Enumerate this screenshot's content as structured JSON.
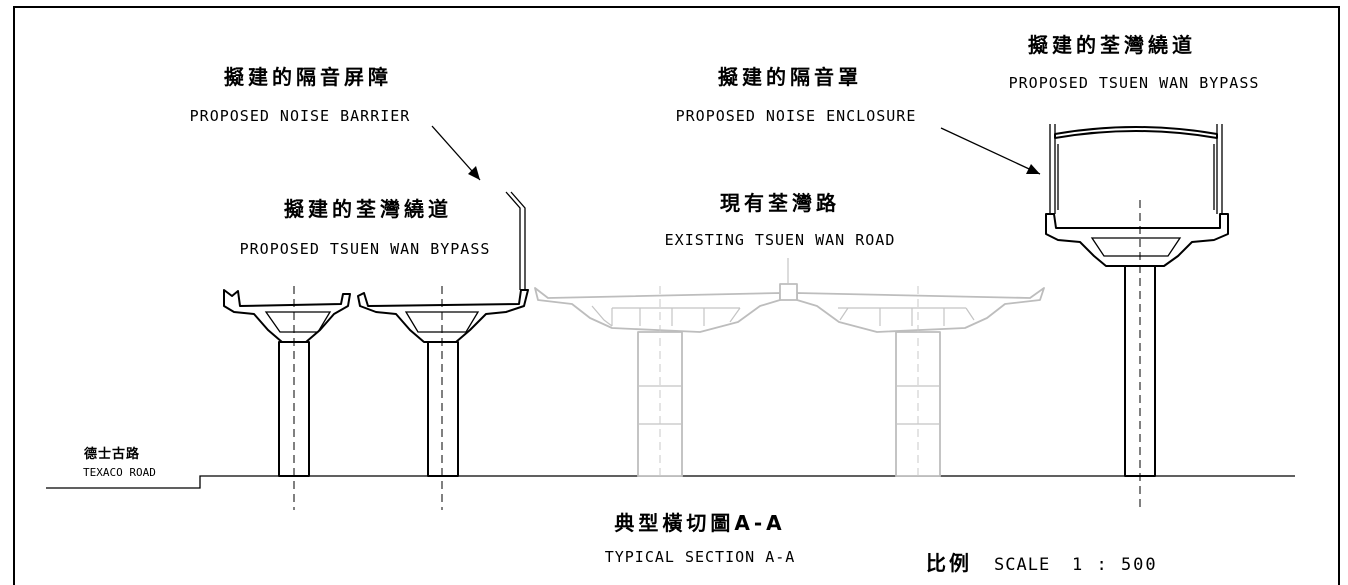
{
  "labels": {
    "barrier_zh": "擬建的隔音屏障",
    "barrier_en": "PROPOSED NOISE BARRIER",
    "bypass_left_zh": "擬建的荃灣繞道",
    "bypass_left_en": "PROPOSED TSUEN WAN BYPASS",
    "enclosure_zh": "擬建的隔音罩",
    "enclosure_en": "PROPOSED NOISE ENCLOSURE",
    "existing_zh": "現有荃灣路",
    "existing_en": "EXISTING TSUEN WAN ROAD",
    "bypass_right_zh": "擬建的荃灣繞道",
    "bypass_right_en": "PROPOSED TSUEN WAN BYPASS",
    "texaco_zh": "德士古路",
    "texaco_en": "TEXACO ROAD",
    "section_zh": "典型橫切圖A-A",
    "section_en": "TYPICAL SECTION A-A",
    "scale_zh": "比例",
    "scale_en": "SCALE",
    "scale_value": "1 : 500"
  },
  "colors": {
    "ink": "#000000",
    "existing_structure": "#bdbdbd",
    "background": "#ffffff"
  }
}
